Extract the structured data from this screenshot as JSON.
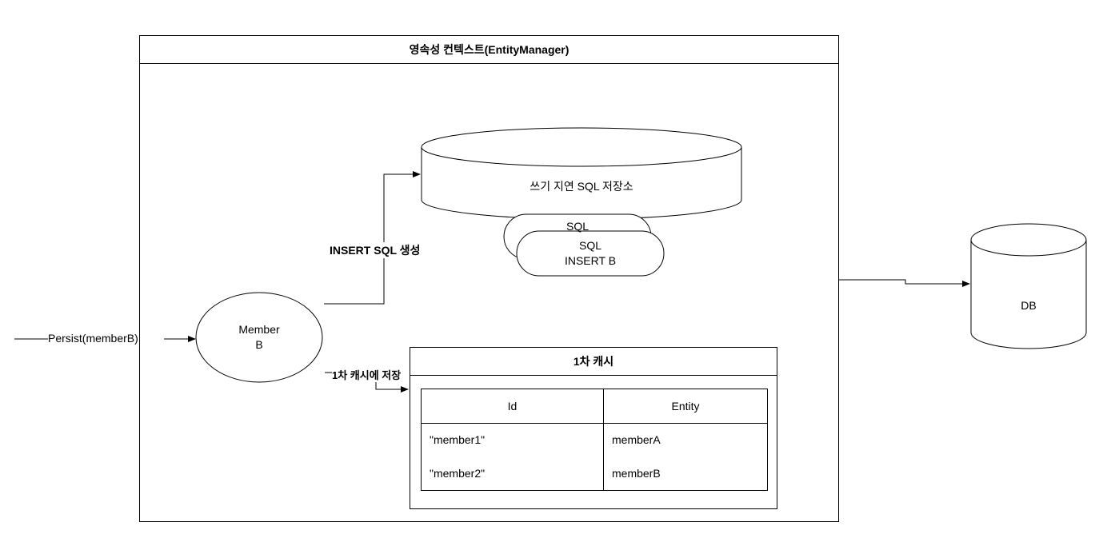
{
  "persistence_context": {
    "title": "영속성 컨텍스트(EntityManager)"
  },
  "write_delay_store": {
    "label": "쓰기  지연 SQL 저장소",
    "sql_back": "SQL",
    "sql_front_line1": "SQL",
    "sql_front_line2": "INSERT B"
  },
  "entity": {
    "line1": "Member",
    "line2": "B"
  },
  "edges": {
    "persist": "Persist(memberB)",
    "insert_sql": "INSERT SQL 생성",
    "save_cache": "1차 캐시에 저장"
  },
  "first_level_cache": {
    "title": "1차 캐시",
    "columns": [
      "Id",
      "Entity"
    ],
    "rows": [
      {
        "id": "\"member1\"",
        "entity": "memberA"
      },
      {
        "id": "\"member2\"",
        "entity": "memberB"
      }
    ]
  },
  "database": {
    "label": "DB"
  }
}
